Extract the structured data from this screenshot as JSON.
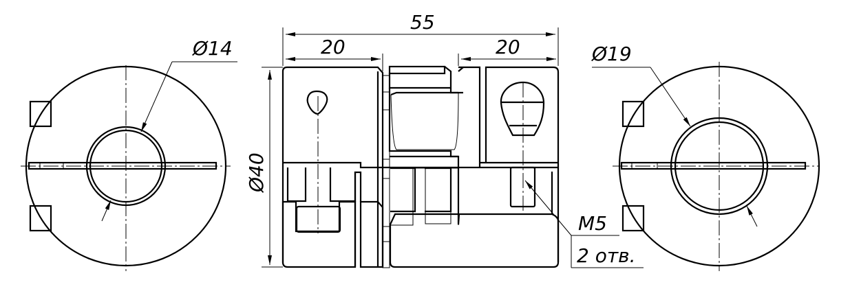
{
  "drawing": {
    "dim_overall_length": "55",
    "dim_left_hub_length": "20",
    "dim_right_hub_length": "20",
    "dim_outer_diameter": "Ø40",
    "dim_left_bore": "Ø14",
    "dim_right_bore": "Ø19",
    "thread_label": "M5",
    "thread_count_label": "2 отв."
  }
}
